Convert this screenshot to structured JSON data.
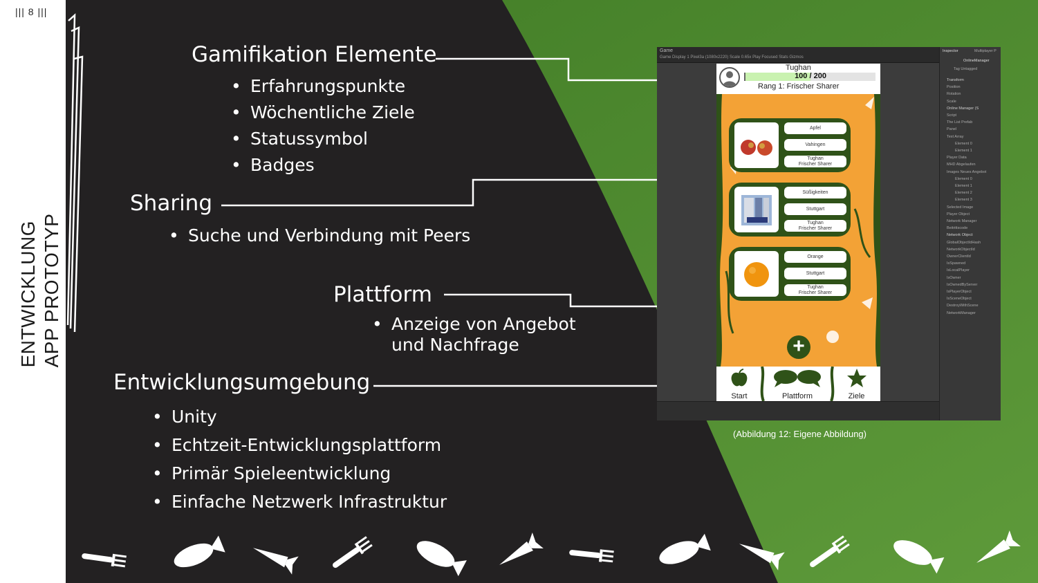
{
  "page_number": "||| 8 |||",
  "side_title": {
    "line1": "ENTWICKLUNG",
    "line2": "APP PROTOTYP"
  },
  "sections": {
    "gamification": {
      "title": "Gamifikation Elemente",
      "bullets": [
        "Erfahrungspunkte",
        "Wöchentliche Ziele",
        "Statussymbol",
        "Badges"
      ]
    },
    "sharing": {
      "title": "Sharing",
      "bullets": [
        "Suche und Verbindung mit Peers"
      ]
    },
    "plattform": {
      "title": "Plattform",
      "bullets": [
        "Anzeige von Angebot",
        "und Nachfrage"
      ]
    },
    "umgebung": {
      "title": "Entwicklungsumgebung",
      "bullets": [
        "Unity",
        "Echtzeit-Entwicklungsplattform",
        "Primär Spieleentwicklung",
        "Einfache Netzwerk Infrastruktur"
      ]
    }
  },
  "caption": "(Abbildung 12: Eigene Abbildung)",
  "colors": {
    "dark": "#232122",
    "green": "#4f8a2e",
    "game_orange": "#f3a236",
    "game_green": "#2f5218"
  },
  "screenshot": {
    "editor_tab": "Game",
    "editor_bar": "Game   Display 1   Pixel3a (1080x2220)   Scale   0.65x   Play Focused   Stats   Gizmos",
    "player_name": "Tughan",
    "xp_text": "100 / 200",
    "xp_progress": 0.5,
    "rank": "Rang 1: Frischer Sharer",
    "offers": [
      {
        "item": "Apfel",
        "city": "Vahingen",
        "user": "Tughan",
        "rank": "Frischer Sharer"
      },
      {
        "item": "Süßigkeiten",
        "city": "Stuttgart",
        "user": "Tughan",
        "rank": "Frischer Sharer"
      },
      {
        "item": "Orange",
        "city": "Stuttgart",
        "user": "Tughan",
        "rank": "Frischer Sharer"
      }
    ],
    "nav": [
      "Start",
      "Plattform",
      "Ziele"
    ],
    "inspector": {
      "tab": "Inspector",
      "tab2": "Multiplayer P",
      "object": "OnlineManager",
      "tag": "Tag   Untagged",
      "items": [
        "Transform",
        "Position",
        "Rotation",
        "Scale",
        "Online Manager (S",
        "Script",
        "The List Prefab",
        "Panel",
        "Text Array",
        "Element 0",
        "Element 1",
        "Player Data",
        "MHD Abgelaufen",
        "Images Neues Angebot",
        "Element 0",
        "Element 1",
        "Element 2",
        "Element 3",
        "Selected Image",
        "Player Object",
        "Network Manager",
        "Beitrittscode",
        "Network Object",
        "GlobalObjectIdHash",
        "NetworkObjectId",
        "OwnerClientId",
        "IsSpawned",
        "IsLocalPlayer",
        "IsOwner",
        "IsOwnedByServer",
        "IsPlayerObject",
        "IsSceneObject",
        "DestroyWithScene",
        "NetworkManager"
      ]
    }
  }
}
